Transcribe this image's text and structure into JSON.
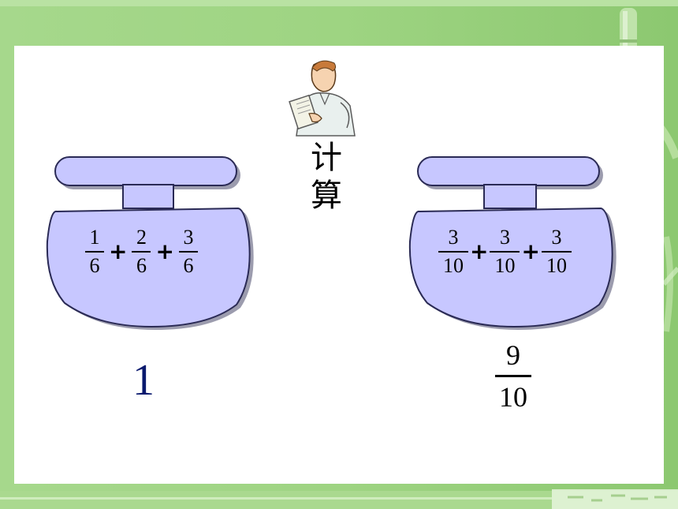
{
  "slide": {
    "title": "计算",
    "icon": "man-with-clipboard-icon",
    "colors": {
      "frame": "#9ed482",
      "bowl_fill": "#c7c7ff",
      "bowl_stroke": "#2a2a55",
      "answer_left": "#0a1a6e"
    },
    "problems": [
      {
        "terms": [
          {
            "num": "1",
            "den": "6"
          },
          {
            "num": "2",
            "den": "6"
          },
          {
            "num": "3",
            "den": "6"
          }
        ],
        "operator": "+",
        "answer": {
          "whole": "1"
        }
      },
      {
        "terms": [
          {
            "num": "3",
            "den": "10"
          },
          {
            "num": "3",
            "den": "10"
          },
          {
            "num": "3",
            "den": "10"
          }
        ],
        "operator": "+",
        "answer": {
          "num": "9",
          "den": "10"
        }
      }
    ]
  }
}
